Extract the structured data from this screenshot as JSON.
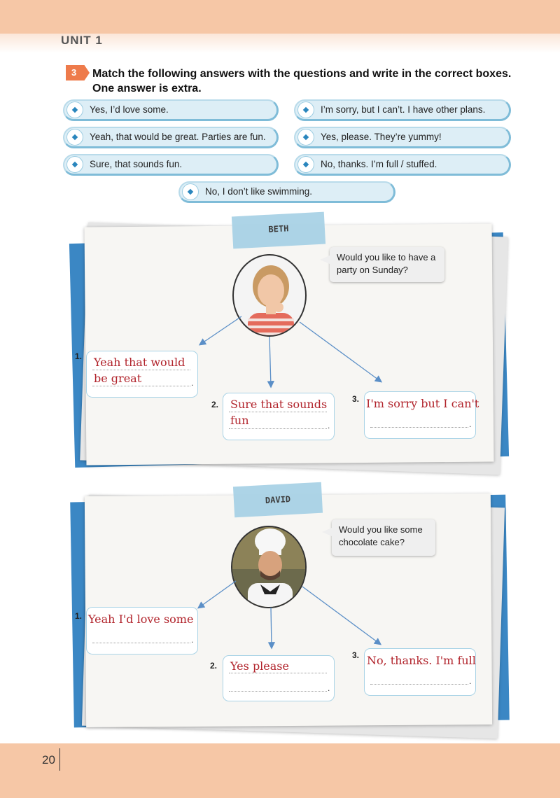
{
  "header": {
    "unit": "UNIT 1"
  },
  "exercise": {
    "number": "3",
    "instruction": "Match the following answers with the questions and write in the correct boxes. One answer is extra."
  },
  "options": [
    "Yes, I’d love some.",
    "I’m sorry, but I can’t. I have other plans.",
    "Yeah, that would be great. Parties are fun.",
    "Yes, please. They’re yummy!",
    "Sure, that sounds fun.",
    "No, thanks. I’m full / stuffed.",
    "No, I don’t like swimming."
  ],
  "beth": {
    "name": "BETH",
    "question": "Would you like to have a party on Sunday?",
    "answers": [
      {
        "num": "1.",
        "line1": "Yeah that would",
        "line2": "be great"
      },
      {
        "num": "2.",
        "line1": "Sure that sounds",
        "line2": "fun"
      },
      {
        "num": "3.",
        "line1": "I'm sorry but I can't",
        "line2": ""
      }
    ]
  },
  "david": {
    "name": "DAVID",
    "question": "Would you like some chocolate cake?",
    "answers": [
      {
        "num": "1.",
        "line1": "Yeah I'd love some",
        "line2": ""
      },
      {
        "num": "2.",
        "line1": "Yes please",
        "line2": ""
      },
      {
        "num": "3.",
        "line1": "No, thanks. I'm full",
        "line2": ""
      }
    ]
  },
  "footer": {
    "page": "20"
  },
  "colors": {
    "accent_orange": "#ee7b4b",
    "band": "#f6c7a6",
    "blue": "#3b87c4",
    "handwriting": "#b1232b"
  }
}
